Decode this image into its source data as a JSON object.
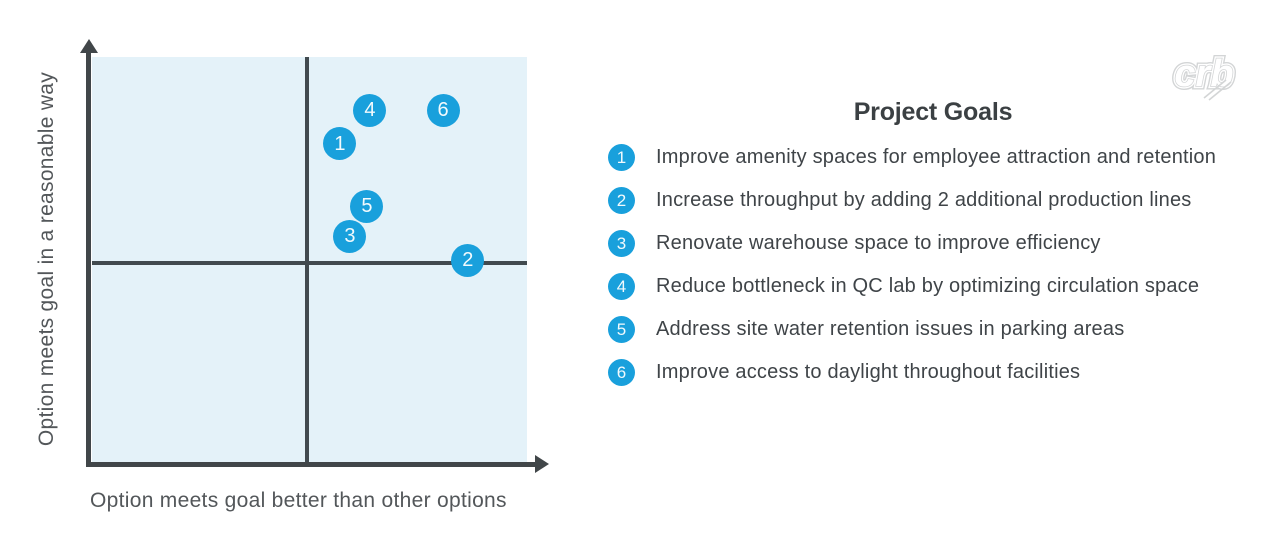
{
  "logo": {
    "text": "crb",
    "color": "#d3d5d6"
  },
  "chart_data": {
    "type": "scatter",
    "title": "",
    "xlabel": "Option meets goal better than other options",
    "ylabel": "Option meets goal in a reasonable way",
    "xlim": [
      0,
      1
    ],
    "ylim": [
      0,
      1
    ],
    "grid": false,
    "legend_position": "right",
    "quadrant_split": {
      "x": 0.5,
      "y": 0.5
    },
    "plot_bg": "#e4f2f9",
    "point_color": "#19a0dc",
    "points": [
      {
        "label": "1",
        "x": 0.57,
        "y": 0.786
      },
      {
        "label": "2",
        "x": 0.864,
        "y": 0.5
      },
      {
        "label": "3",
        "x": 0.593,
        "y": 0.559
      },
      {
        "label": "4",
        "x": 0.639,
        "y": 0.869
      },
      {
        "label": "5",
        "x": 0.632,
        "y": 0.633
      },
      {
        "label": "6",
        "x": 0.807,
        "y": 0.869
      }
    ]
  },
  "goals": {
    "title": "Project Goals",
    "items": [
      {
        "number": "1",
        "label": "Improve amenity spaces for employee attraction and retention"
      },
      {
        "number": "2",
        "label": "Increase throughput by adding 2 additional production lines"
      },
      {
        "number": "3",
        "label": "Renovate warehouse space to improve efficiency"
      },
      {
        "number": "4",
        "label": "Reduce bottleneck in QC lab by optimizing circulation space"
      },
      {
        "number": "5",
        "label": "Address site water retention issues in parking areas"
      },
      {
        "number": "6",
        "label": "Improve access to daylight throughout facilities"
      }
    ]
  }
}
